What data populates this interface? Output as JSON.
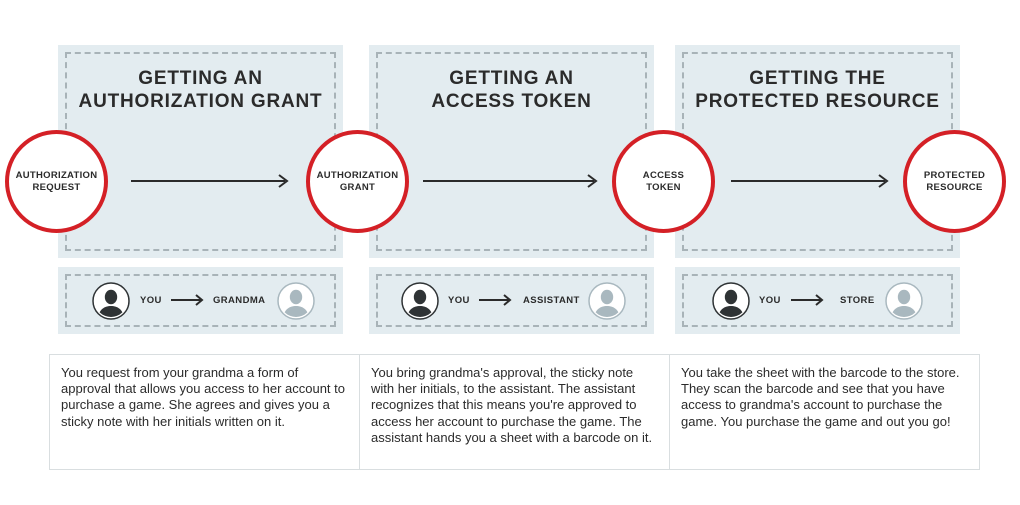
{
  "stages": [
    {
      "title": [
        "GETTING AN",
        "AUTHORIZATION GRANT"
      ],
      "from_node": [
        "AUTHORIZATION",
        "REQUEST"
      ],
      "roles": {
        "from": "YOU",
        "to": "GRANDMA"
      },
      "description": "You request from your grandma a form of approval that allows you access to her account to purchase a game. She agrees and gives you a sticky note with her initials written on it."
    },
    {
      "title": [
        "GETTING AN",
        "ACCESS TOKEN"
      ],
      "from_node": [
        "AUTHORIZATION",
        "GRANT"
      ],
      "roles": {
        "from": "YOU",
        "to": "ASSISTANT"
      },
      "description": "You bring grandma's approval, the sticky note with her initials, to the assistant. The assistant recognizes that this means you're approved to access her account to purchase the game. The assistant hands you a sheet with a barcode on it."
    },
    {
      "title": [
        "GETTING THE",
        "PROTECTED RESOURCE"
      ],
      "from_node": [
        "ACCESS",
        "TOKEN"
      ],
      "roles": {
        "from": "YOU",
        "to": "STORE"
      },
      "description": "You take the sheet with the barcode to the store. They scan the barcode and see that you have access to grandma's account to purchase the game. You purchase the game and out you go!"
    }
  ],
  "final_node": [
    "PROTECTED",
    "RESOURCE"
  ],
  "colors": {
    "accent": "#d42026",
    "panel": "#e3ecf0",
    "dashed_border": "#a8b3b8",
    "avatar_dark": "#2f3335",
    "avatar_light": "#a9b8bf"
  },
  "icons": {
    "you": "person-dark-icon",
    "other": "person-light-icon",
    "flow_arrow": "arrow-right-icon"
  }
}
